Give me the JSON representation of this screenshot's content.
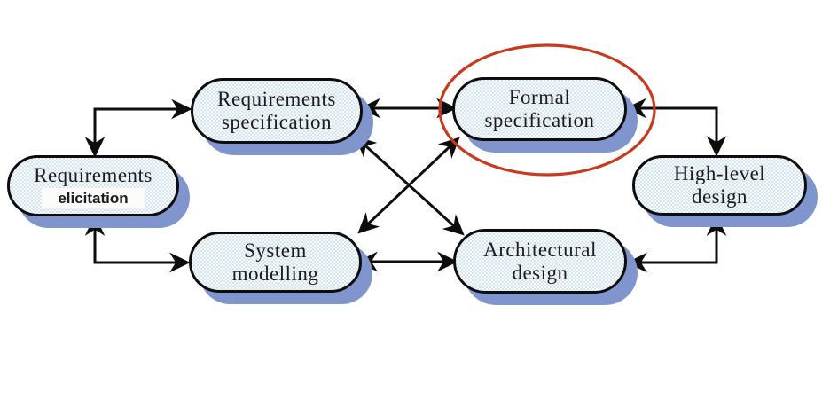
{
  "diagram": {
    "type": "process-diagram",
    "background_color": "#ffffff",
    "colors": {
      "node_fill": "#e6eef4",
      "node_border": "#0d0d0d",
      "node_shadow": "#8095cd",
      "arrow": "#0d0d0d",
      "highlight_ellipse": "#c8391f",
      "text": "#1c1c1c",
      "elicitation_patch_bg": "#fcfcfa"
    },
    "nodes": [
      {
        "id": "requirements-elicitation",
        "line1": "Requirements",
        "line2": "elicitation",
        "highlighted": false
      },
      {
        "id": "requirements-specification",
        "line1": "Requirements",
        "line2": "specification",
        "highlighted": false
      },
      {
        "id": "formal-specification",
        "line1": "Formal",
        "line2": "specification",
        "highlighted": true
      },
      {
        "id": "high-level-design",
        "line1": "High-level",
        "line2": "design",
        "highlighted": false
      },
      {
        "id": "system-modelling",
        "line1": "System",
        "line2": "modelling",
        "highlighted": false
      },
      {
        "id": "architectural-design",
        "line1": "Architectural",
        "line2": "design",
        "highlighted": false
      }
    ],
    "edges": [
      {
        "from": "requirements-elicitation",
        "to": "requirements-specification",
        "bidirectional": true,
        "style": "elbow"
      },
      {
        "from": "requirements-elicitation",
        "to": "system-modelling",
        "bidirectional": true,
        "style": "elbow"
      },
      {
        "from": "requirements-specification",
        "to": "formal-specification",
        "bidirectional": true,
        "style": "straight"
      },
      {
        "from": "system-modelling",
        "to": "architectural-design",
        "bidirectional": true,
        "style": "straight"
      },
      {
        "from": "requirements-specification",
        "to": "architectural-design",
        "bidirectional": true,
        "style": "straight"
      },
      {
        "from": "system-modelling",
        "to": "formal-specification",
        "bidirectional": true,
        "style": "straight"
      },
      {
        "from": "formal-specification",
        "to": "high-level-design",
        "bidirectional": true,
        "style": "elbow"
      },
      {
        "from": "architectural-design",
        "to": "high-level-design",
        "bidirectional": true,
        "style": "elbow"
      }
    ],
    "highlight": {
      "shape": "ellipse",
      "around": "formal-specification"
    }
  }
}
